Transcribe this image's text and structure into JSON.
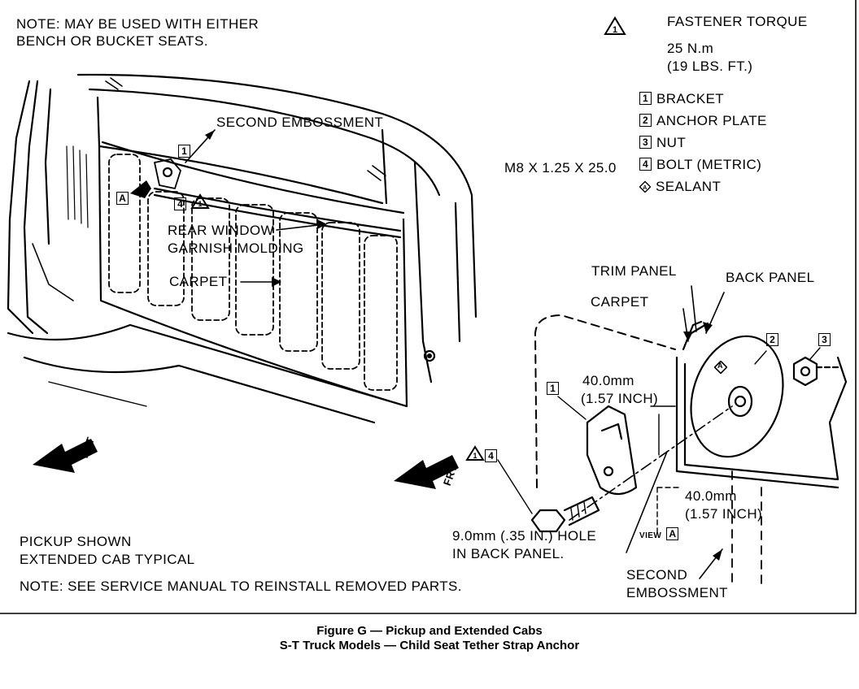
{
  "notes": {
    "top_line1": "NOTE:  MAY BE USED WITH EITHER",
    "top_line2": "BENCH OR BUCKET SEATS.",
    "bottom": "NOTE:  SEE SERVICE MANUAL TO REINSTALL REMOVED PARTS."
  },
  "torque": {
    "title": "FASTENER TORQUE",
    "value_metric": "25 N.m",
    "value_imperial": "(19 LBS. FT.)"
  },
  "legend": [
    {
      "num": "1",
      "label": "BRACKET"
    },
    {
      "num": "2",
      "label": "ANCHOR PLATE"
    },
    {
      "num": "3",
      "label": "NUT"
    },
    {
      "num": "4",
      "label": "BOLT (METRIC)",
      "prefix": "M8 X 1.25 X 25.0"
    },
    {
      "num": "A",
      "label": "SEALANT",
      "shape": "diamond"
    }
  ],
  "cab_labels": {
    "second_embossment": "SECOND EMBOSSMENT",
    "rear_window_1": "REAR WINDOW",
    "rear_window_2": "GARNISH MOLDING",
    "carpet": "CARPET",
    "pickup_1": "PICKUP SHOWN",
    "pickup_2": "EXTENDED CAB TYPICAL",
    "frt": "FRT",
    "callout_1": "1",
    "callout_4": "4",
    "callout_a": "A"
  },
  "detail_labels": {
    "trim_panel": "TRIM PANEL",
    "back_panel": "BACK PANEL",
    "carpet": "CARPET",
    "dim1_a": "40.0mm",
    "dim1_b": "(1.57 INCH)",
    "dim2_a": "40.0mm",
    "dim2_b": "(1.57 INCH)",
    "hole_1": "9.0mm (.35 IN.) HOLE",
    "hole_2": "IN BACK PANEL.",
    "view": "VIEW",
    "view_letter": "A",
    "second_emb_1": "SECOND",
    "second_emb_2": "EMBOSSMENT",
    "frt": "FRT",
    "callout_1": "1",
    "callout_2": "2",
    "callout_3": "3",
    "callout_4": "4",
    "callout_a": "A"
  },
  "caption": {
    "line1": "Figure G — Pickup and Extended Cabs",
    "line2": "S-T Truck Models — Child Seat Tether Strap Anchor"
  }
}
